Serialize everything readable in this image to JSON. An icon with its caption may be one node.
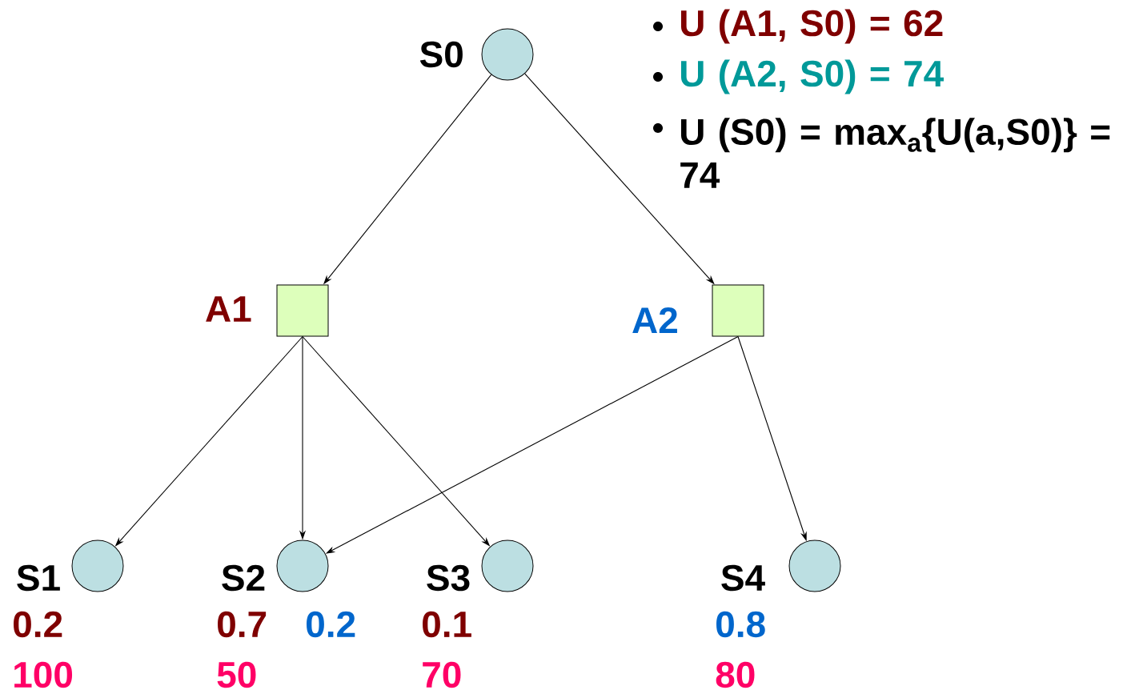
{
  "diagram": {
    "nodes": [
      {
        "text": [
          "S0"
        ]
      },
      {
        "text": [
          "A1"
        ]
      },
      {
        "text": [
          "A2"
        ]
      },
      {
        "text": [
          "S1"
        ],
        "beside": [
          "0.2",
          "100"
        ]
      },
      {
        "text": [
          "S2"
        ],
        "beside": [
          "0.7",
          "0.2",
          "50"
        ]
      },
      {
        "text": [
          "S3"
        ],
        "beside": [
          "0.1",
          "70"
        ]
      },
      {
        "text": [
          "S4"
        ],
        "beside": [
          "0.8",
          "80"
        ]
      }
    ],
    "edges": [
      {
        "from": 0,
        "to": 1,
        "arrow": "to"
      },
      {
        "from": 0,
        "to": 2,
        "arrow": "to"
      },
      {
        "from": 1,
        "to": 3,
        "arrow": "to"
      },
      {
        "from": 1,
        "to": 4,
        "arrow": "to"
      },
      {
        "from": 1,
        "to": 5,
        "arrow": "to"
      },
      {
        "from": 2,
        "to": 4,
        "arrow": "to"
      },
      {
        "from": 2,
        "to": 6,
        "arrow": "to"
      }
    ],
    "labels": [
      "U (A1, S0) = 62",
      "U (A2, S0) = 74",
      "U (S0) = max$_{a}${U(a,S0)} = 74"
    ]
  }
}
